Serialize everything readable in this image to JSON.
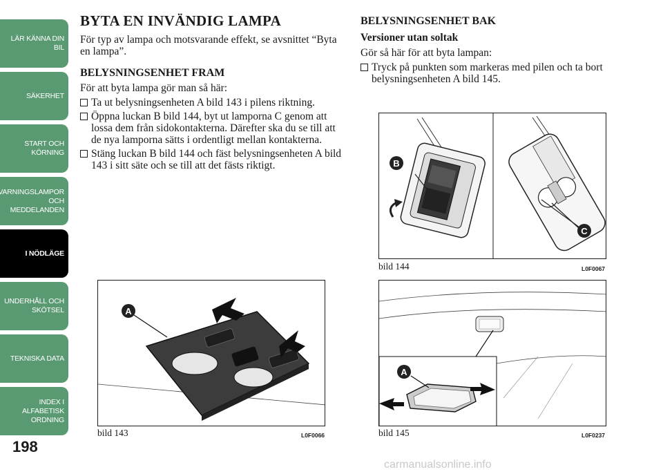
{
  "sidebar": {
    "tabs": [
      {
        "label": "LÄR KÄNNA DIN\nBIL",
        "active": false
      },
      {
        "label": "SÄKERHET",
        "active": false
      },
      {
        "label": "START OCH\nKÖRNING",
        "active": false
      },
      {
        "label": "VARNINGSLAMPOR\nOCH\nMEDDELANDEN",
        "active": false
      },
      {
        "label": "I NÖDLÄGE",
        "active": true
      },
      {
        "label": "UNDERHÅLL OCH\nSKÖTSEL",
        "active": false
      },
      {
        "label": "TEKNISKA DATA",
        "active": false
      },
      {
        "label": "INDEX I\nALFABETISK\nORDNING",
        "active": false
      }
    ]
  },
  "page_number": "198",
  "left": {
    "title": "BYTA EN INVÄNDIG LAMPA",
    "intro": "För typ av lampa och motsvarande effekt, se avsnittet “Byta en lampa”.",
    "section_front": "BELYSNINGSENHET FRAM",
    "front_lead": "För att byta lampa gör man så här:",
    "front_steps": [
      "Ta ut belysningsenheten A bild 143 i pilens riktning.",
      "Öppna luckan B bild 144, byt ut lamporna C genom att lossa dem från sidokontakterna. Därefter ska du se till att de nya lamporna sätts i ordentligt mellan kontakterna.",
      "Stäng luckan B bild 144 och fäst belysningsenheten A bild 143 i sitt säte och se till att det fästs riktigt."
    ]
  },
  "right": {
    "section_rear": "BELYSNINGSENHET BAK",
    "variant": "Versioner utan soltak",
    "rear_lead": "Gör så här för att byta lampan:",
    "rear_steps": [
      "Tryck på punkten som markeras med pilen och ta bort belysningsenheten A bild 145."
    ]
  },
  "figures": {
    "fig143": {
      "caption": "bild 143",
      "code": "L0F0066",
      "label_a": "A"
    },
    "fig144": {
      "caption": "bild 144",
      "code": "L0F0067",
      "label_b": "B",
      "label_c": "C"
    },
    "fig145": {
      "caption": "bild 145",
      "code": "L0F0237",
      "label_a": "A"
    }
  },
  "watermark": "carmanualsonline.info",
  "colors": {
    "tab_green": "#5a9a73",
    "tab_active": "#000000"
  }
}
